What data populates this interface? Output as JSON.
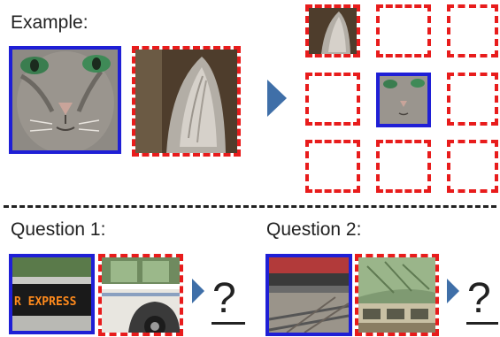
{
  "example": {
    "label": "Example:"
  },
  "questions": [
    {
      "label": "Question 1:",
      "answer": "?",
      "sign_text": "R EXPRESS"
    },
    {
      "label": "Question 2:",
      "answer": "?"
    }
  ],
  "colors": {
    "query_border": "#1f1fd6",
    "candidate_border": "#e81c1c",
    "arrow": "#3f6fa8"
  },
  "grid": {
    "rows": 3,
    "cols": 3,
    "center_cell": [
      1,
      1
    ],
    "filled_cell": [
      0,
      0
    ]
  }
}
